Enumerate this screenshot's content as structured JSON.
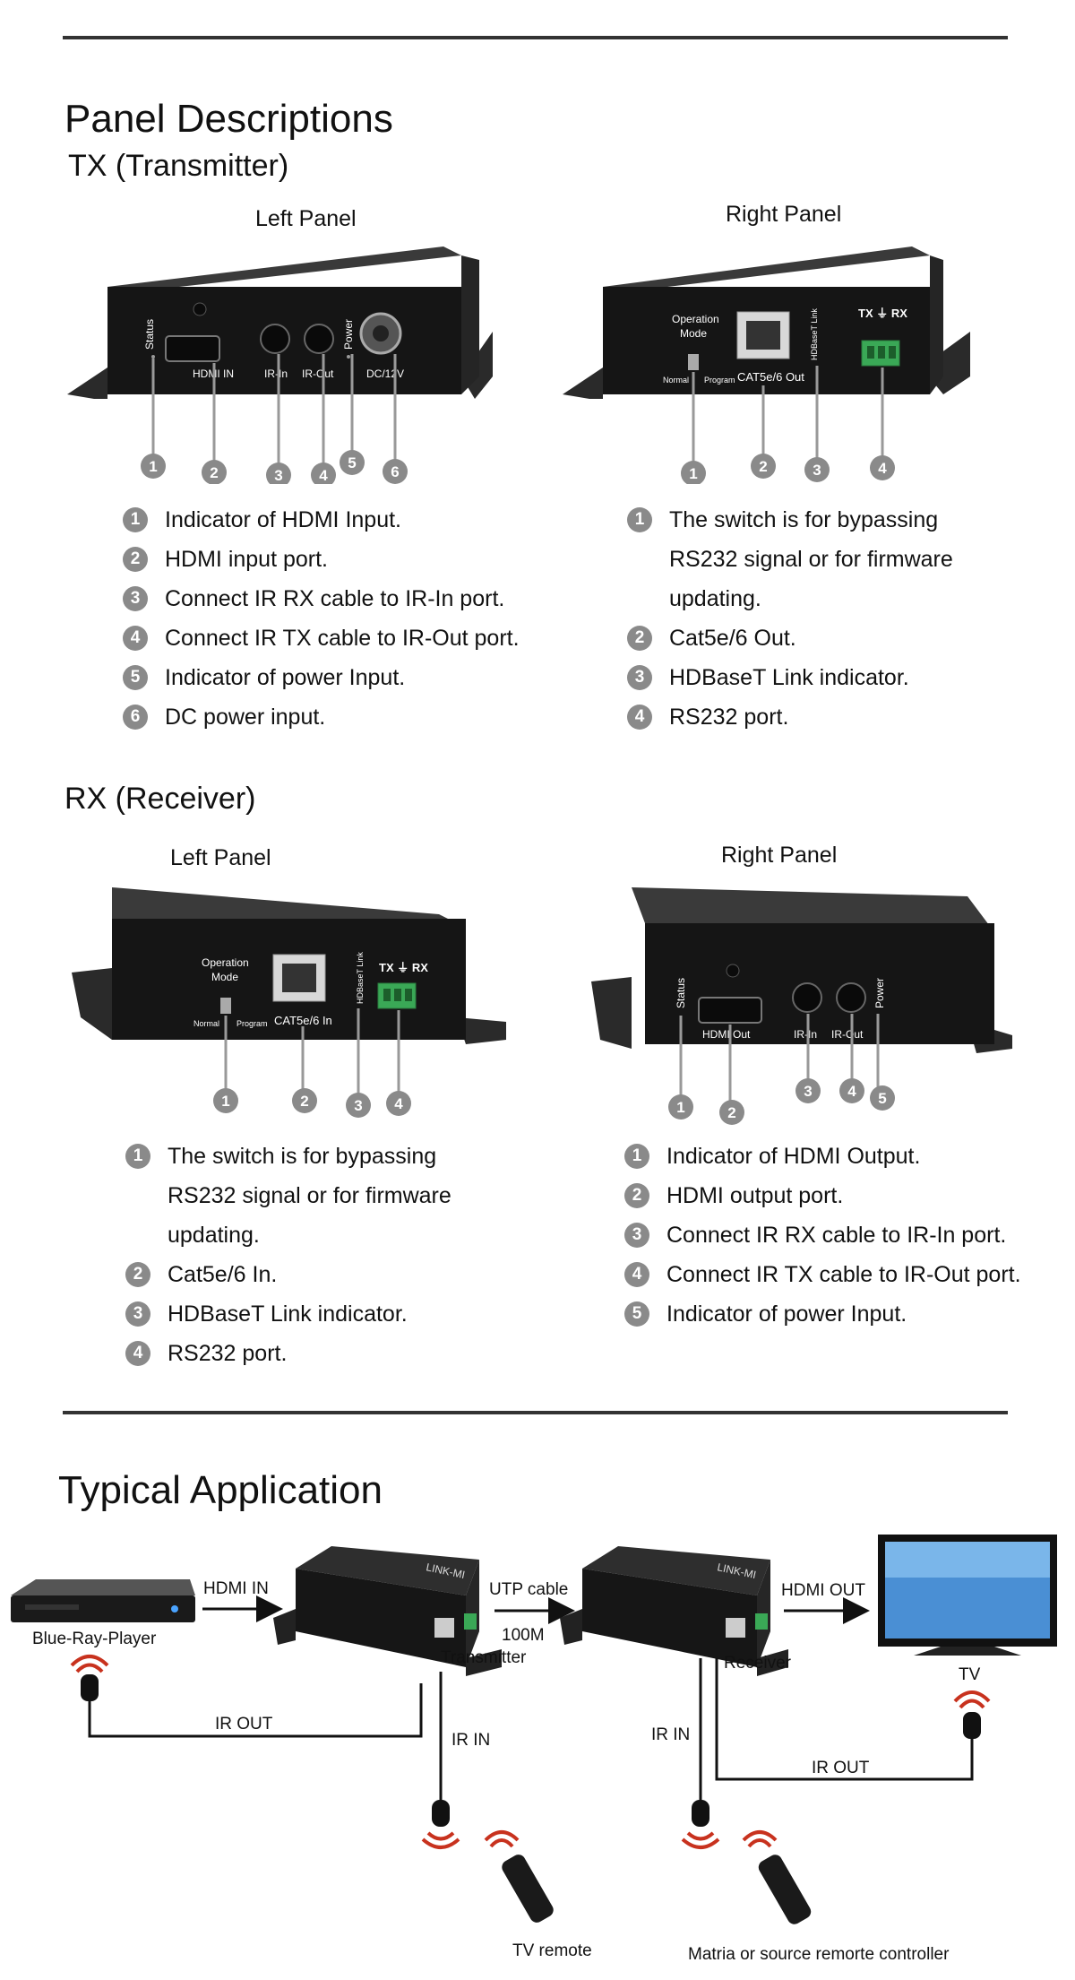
{
  "panel_heading": "Panel Descriptions",
  "tx": {
    "title": "TX (Transmitter)",
    "left_panel": {
      "title": "Left Panel",
      "labels": [
        "Status",
        "HDMI IN",
        "IR-In",
        "IR-Out",
        "Power",
        "DC/12V"
      ],
      "callouts": [
        "1",
        "2",
        "3",
        "4",
        "5",
        "6"
      ],
      "items": [
        {
          "num": "1",
          "lines": [
            "Indicator of HDMI Input."
          ]
        },
        {
          "num": "2",
          "lines": [
            "HDMI input port."
          ]
        },
        {
          "num": "3",
          "lines": [
            "Connect IR RX cable to IR-In port."
          ]
        },
        {
          "num": "4",
          "lines": [
            "Connect IR TX cable to IR-Out port."
          ]
        },
        {
          "num": "5",
          "lines": [
            "Indicator of power Input."
          ]
        },
        {
          "num": "6",
          "lines": [
            "DC power input."
          ]
        }
      ]
    },
    "right_panel": {
      "title": "Right Panel",
      "labels": [
        "Operation",
        "Mode",
        "Normal",
        "Program",
        "CAT5e/6 Out",
        "HDBaseT Link",
        "TX ⏚ RX"
      ],
      "callouts": [
        "1",
        "2",
        "3",
        "4"
      ],
      "items": [
        {
          "num": "1",
          "lines": [
            "The switch is for bypassing",
            "RS232 signal or for firmware",
            "updating."
          ]
        },
        {
          "num": "2",
          "lines": [
            "Cat5e/6 Out."
          ]
        },
        {
          "num": "3",
          "lines": [
            "HDBaseT Link indicator."
          ]
        },
        {
          "num": "4",
          "lines": [
            "RS232 port."
          ]
        }
      ]
    }
  },
  "rx": {
    "title": "RX (Receiver)",
    "left_panel": {
      "title": "Left Panel",
      "labels": [
        "Operation",
        "Mode",
        "Normal",
        "Program",
        "CAT5e/6 In",
        "HDBaseT Link",
        "TX ⏚ RX"
      ],
      "callouts": [
        "1",
        "2",
        "3",
        "4"
      ],
      "items": [
        {
          "num": "1",
          "lines": [
            "The switch is for bypassing",
            "RS232 signal or for firmware",
            "updating."
          ]
        },
        {
          "num": "2",
          "lines": [
            "Cat5e/6 In."
          ]
        },
        {
          "num": "3",
          "lines": [
            "HDBaseT Link indicator."
          ]
        },
        {
          "num": "4",
          "lines": [
            "RS232 port."
          ]
        }
      ]
    },
    "right_panel": {
      "title": "Right Panel",
      "labels": [
        "Status",
        "HDMI Out",
        "IR-In",
        "IR-Out",
        "Power"
      ],
      "callouts": [
        "1",
        "2",
        "3",
        "4",
        "5"
      ],
      "items": [
        {
          "num": "1",
          "lines": [
            "Indicator of HDMI Output."
          ]
        },
        {
          "num": "2",
          "lines": [
            "HDMI output port."
          ]
        },
        {
          "num": "3",
          "lines": [
            "Connect IR RX cable to IR-In port."
          ]
        },
        {
          "num": "4",
          "lines": [
            "Connect IR TX cable to IR-Out port."
          ]
        },
        {
          "num": "5",
          "lines": [
            "Indicator of power Input."
          ]
        }
      ]
    }
  },
  "application": {
    "title": "Typical Application",
    "labels": {
      "player": "Blue-Ray-Player",
      "hdmi_in": "HDMI IN",
      "transmitter": "Transmitter",
      "utp": "UTP cable",
      "speed": "100M",
      "receiver": "Receiver",
      "hdmi_out": "HDMI OUT",
      "tv": "TV",
      "ir_out_left": "IR OUT",
      "ir_in_tx": "IR IN",
      "ir_in_rx": "IR IN",
      "ir_out_right": "IR OUT",
      "tv_remote": "TV remote",
      "matrix_remote": "Matria or source remorte controller",
      "brand": "LINK-MI"
    }
  }
}
